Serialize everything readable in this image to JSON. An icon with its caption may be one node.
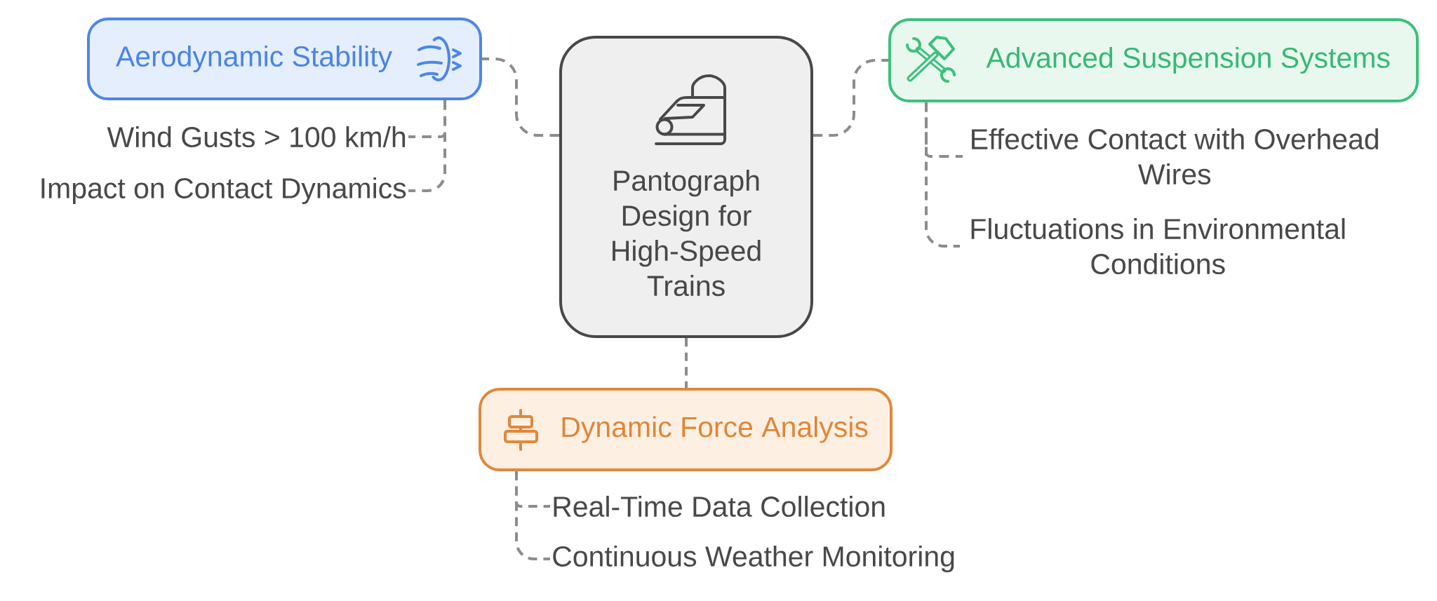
{
  "diagram": {
    "nodes": [
      {
        "text": [
          "Pantograph Design for High-Speed Trains"
        ]
      },
      {
        "text": [
          "Aerodynamic Stability"
        ]
      },
      {
        "text": [
          "Wind Gusts > 100 km/h"
        ]
      },
      {
        "text": [
          "Impact on Contact Dynamics"
        ]
      },
      {
        "text": [
          "Advanced Suspension Systems"
        ]
      },
      {
        "text": [
          "Effective Contact with Overhead Wires"
        ]
      },
      {
        "text": [
          "Fluctuations in Environmental Conditions"
        ]
      },
      {
        "text": [
          "Dynamic Force Analysis"
        ]
      },
      {
        "text": [
          "Real-Time Data Collection"
        ]
      },
      {
        "text": [
          "Continuous Weather Monitoring"
        ]
      }
    ],
    "edges": [
      {
        "from": 0,
        "to": 1,
        "arrow": "none"
      },
      {
        "from": 1,
        "to": 2,
        "arrow": "none"
      },
      {
        "from": 1,
        "to": 3,
        "arrow": "none"
      },
      {
        "from": 0,
        "to": 4,
        "arrow": "none"
      },
      {
        "from": 4,
        "to": 5,
        "arrow": "none"
      },
      {
        "from": 4,
        "to": 6,
        "arrow": "none"
      },
      {
        "from": 0,
        "to": 7,
        "arrow": "none"
      },
      {
        "from": 7,
        "to": 8,
        "arrow": "none"
      },
      {
        "from": 7,
        "to": 9,
        "arrow": "none"
      }
    ]
  }
}
